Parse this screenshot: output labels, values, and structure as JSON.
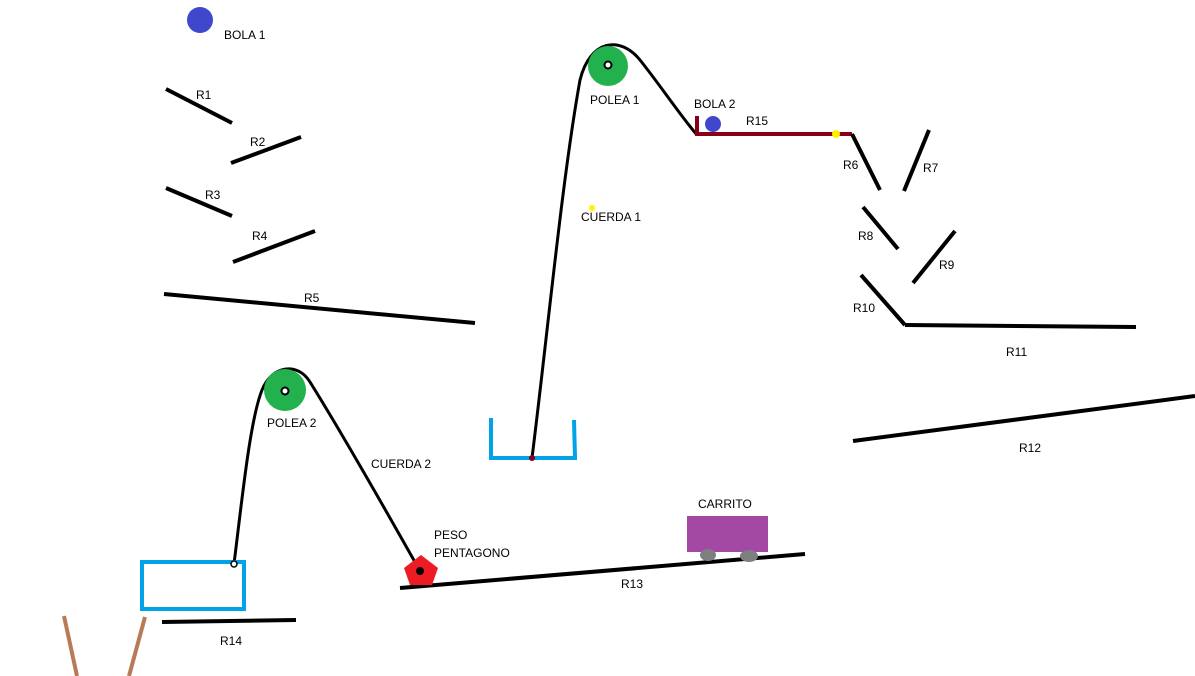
{
  "labels": {
    "bola1": "BOLA 1",
    "bola2": "BOLA 2",
    "r1": "R1",
    "r2": "R2",
    "r3": "R3",
    "r4": "R4",
    "r5": "R5",
    "r6": "R6",
    "r7": "R7",
    "r8": "R8",
    "r9": "R9",
    "r10": "R10",
    "r11": "R11",
    "r12": "R12",
    "r13": "R13",
    "r14": "R14",
    "r15": "R15",
    "polea1": "POLEA 1",
    "polea2": "POLEA 2",
    "cuerda1": "CUERDA 1",
    "cuerda2": "CUERDA 2",
    "peso_line1": "PESO",
    "peso_line2": "PENTAGONO",
    "carrito": "CARRITO"
  },
  "colors": {
    "ball": "#3f48cc",
    "pulley": "#22b14c",
    "ramp": "#000000",
    "r15": "#880015",
    "bucket": "#00a2e8",
    "pentagon": "#ed1c24",
    "cart": "#a349a4",
    "wheels": "#7f7f7f",
    "trigger": "#fff200",
    "stand": "#b97a57"
  }
}
